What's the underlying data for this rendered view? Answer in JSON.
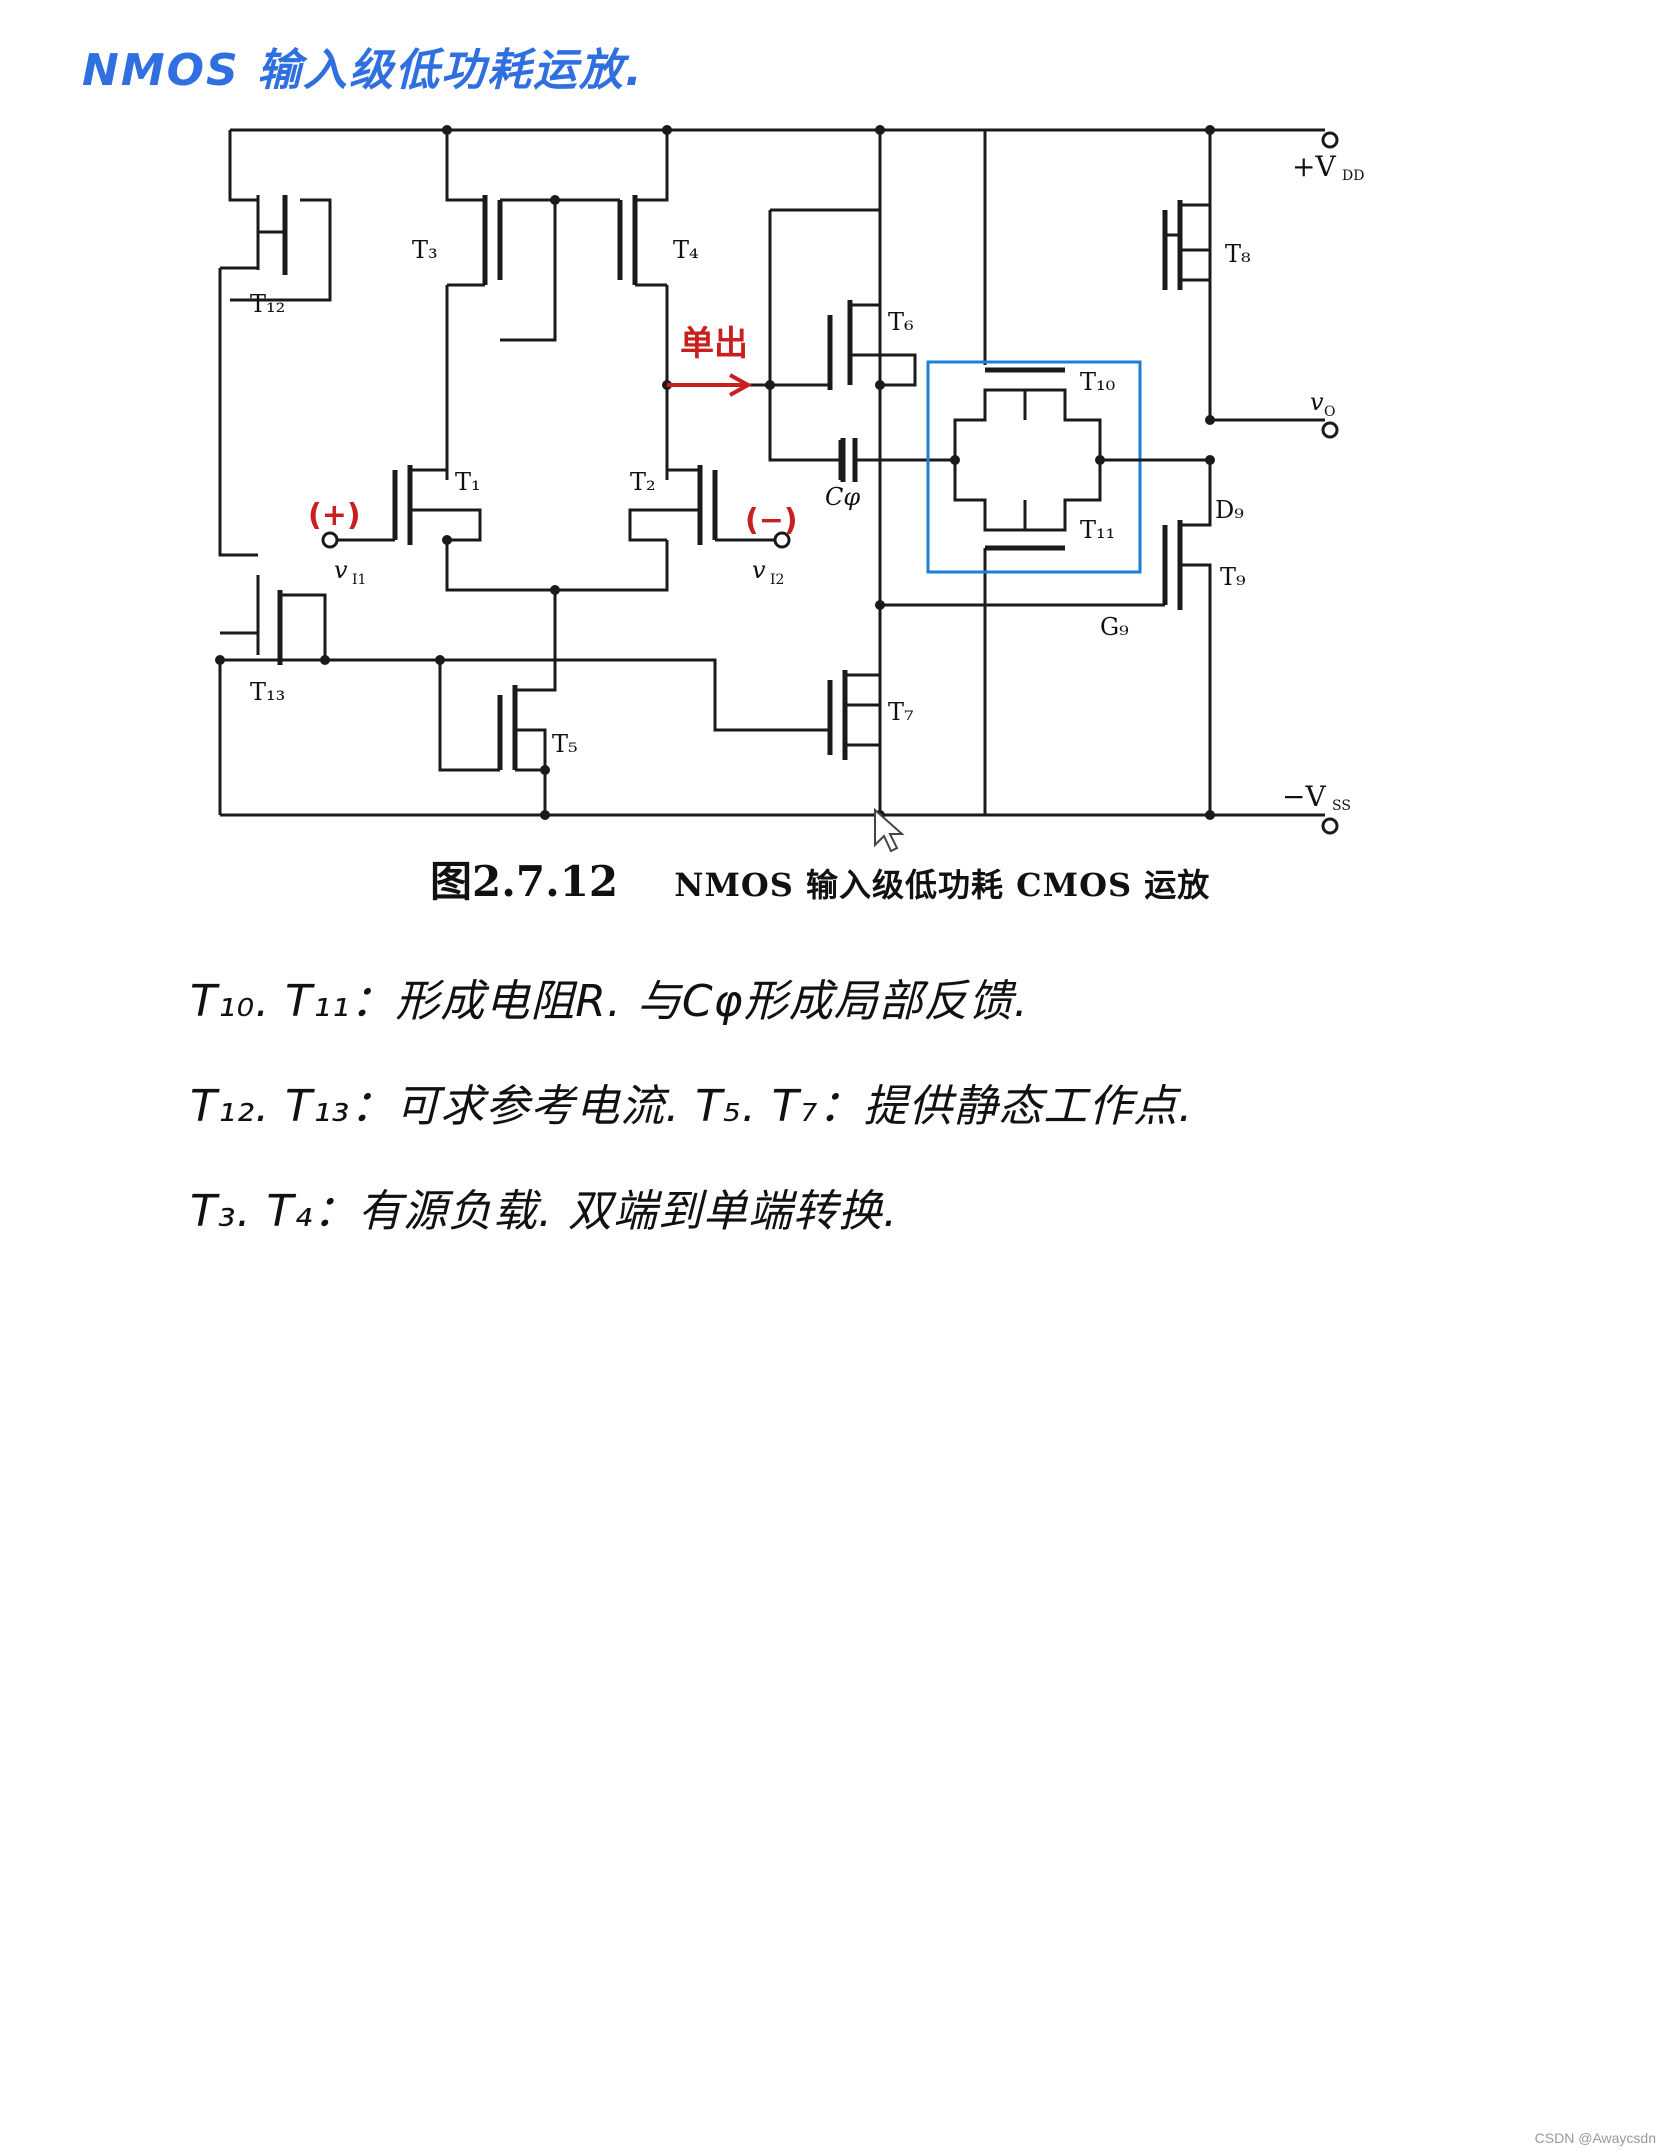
{
  "title": "NMOS 输入级低功耗运放.",
  "figure": {
    "number": "图2.7.12",
    "caption": "NMOS 输入级低功耗 CMOS 运放"
  },
  "circuit": {
    "terminals": {
      "vdd": "+V",
      "vdd_sub": "DD",
      "vss": "−V",
      "vss_sub": "SS",
      "vo": "v",
      "vo_sub": "O",
      "vi1": "v",
      "vi1_sub": "I1",
      "vi2": "v",
      "vi2_sub": "I2"
    },
    "components": {
      "t1": "T₁",
      "t2": "T₂",
      "t3": "T₃",
      "t4": "T₄",
      "t5": "T₅",
      "t6": "T₆",
      "t7": "T₇",
      "t8": "T₈",
      "t9": "T₉",
      "t10": "T₁₀",
      "t11": "T₁₁",
      "t12": "T₁₂",
      "t13": "T₁₃",
      "cphi": "Cφ",
      "d9": "D₉",
      "g9": "G₉"
    },
    "annotations": {
      "plus": "(+)",
      "minus": "(−)",
      "single_out": "单出"
    },
    "colors": {
      "annotation_red": "#c8201e",
      "highlight_blue": "#1e7fd6",
      "title_blue": "#2f6fe0"
    }
  },
  "notes": [
    "T₁₀. T₁₁：形成电阻R. 与Cφ形成局部反馈.",
    "T₁₂. T₁₃：可求参考电流.    T₅. T₇：提供静态工作点.",
    "T₃. T₄：有源负载. 双端到单端转换."
  ],
  "watermark": "CSDN @Awaycsdn"
}
